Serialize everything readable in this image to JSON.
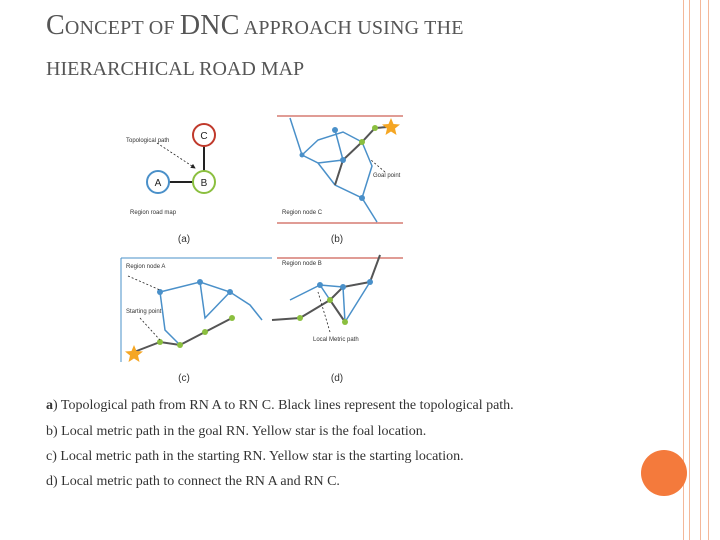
{
  "slide": {
    "title": {
      "line1_part1": "C",
      "line1_part2": "ONCEPT OF ",
      "line1_part3": "DNC",
      "line1_part4": " APPROACH USING THE",
      "line2": "HIERARCHICAL ROAD MAP"
    },
    "figure": {
      "panel_a": {
        "label": "(a)",
        "topological_path_label": "Topological path",
        "region_road_map_label": "Region road map",
        "node_c": "C",
        "node_a": "A",
        "node_b": "B"
      },
      "panel_b": {
        "label": "(b)",
        "goal_point_label": "Goal point",
        "region_node_label": "Region node C"
      },
      "panel_c": {
        "label": "(c)",
        "region_node_label": "Region node A",
        "starting_point_label": "Starting point"
      },
      "panel_d": {
        "label": "(d)",
        "region_node_label": "Region node B",
        "local_metric_path_label": "Local Metric path"
      }
    },
    "captions": [
      {
        "prefix": "a",
        "text": ") Topological path from RN A to RN C. Black lines represent the topological path."
      },
      {
        "prefix": "",
        "text": "b) Local metric path in the goal RN. Yellow star is the foal location."
      },
      {
        "prefix": "",
        "text": "c) Local metric path in the starting RN. Yellow star is the starting location."
      },
      {
        "prefix": "",
        "text": "d) Local metric path to connect the RN A and RN C."
      }
    ],
    "colors": {
      "accent_orange": "#f47a3c",
      "border_pink": "#f4b899",
      "path_blue": "#4a90c9",
      "node_green": "#8bbf3f",
      "node_blue": "#4a90c9",
      "boundary_red": "#c0392b",
      "star_yellow": "#f5a623"
    }
  }
}
